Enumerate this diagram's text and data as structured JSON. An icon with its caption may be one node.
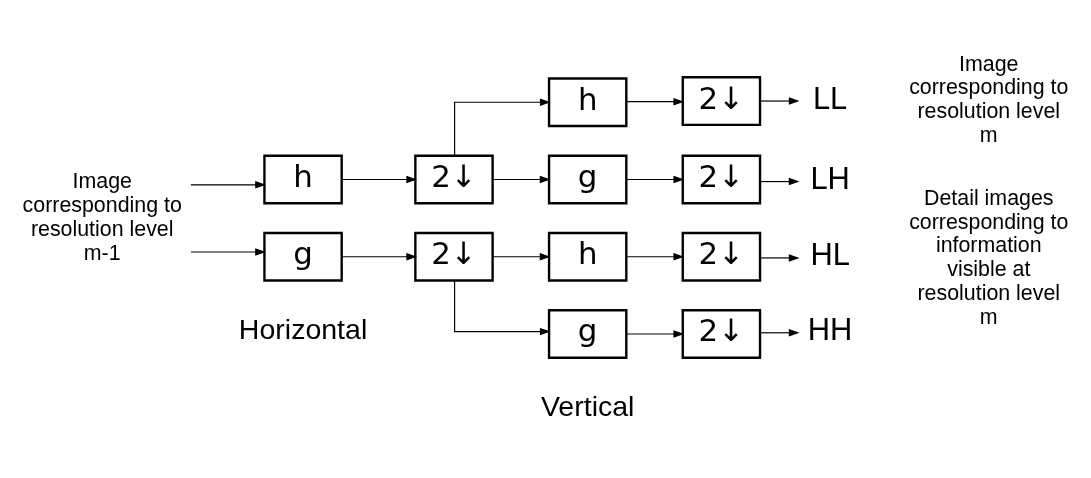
{
  "diagram": {
    "nodes": [
      {
        "text": [
          "Image corresponding to resolution level m-1"
        ]
      },
      {
        "text": [
          "h"
        ]
      },
      {
        "text": [
          "2↓"
        ]
      },
      {
        "text": [
          "g"
        ]
      },
      {
        "text": [
          "2↓"
        ]
      },
      {
        "text": [
          "h"
        ]
      },
      {
        "text": [
          "2↓"
        ]
      },
      {
        "text": [
          "g"
        ]
      },
      {
        "text": [
          "2↓"
        ]
      },
      {
        "text": [
          "h"
        ]
      },
      {
        "text": [
          "2↓"
        ]
      },
      {
        "text": [
          "g"
        ]
      },
      {
        "text": [
          "2↓"
        ]
      },
      {
        "text": [
          "LL"
        ],
        "beside": [
          "Image corresponding to resolution level m"
        ]
      },
      {
        "text": [
          "LH"
        ]
      },
      {
        "text": [
          "HL"
        ]
      },
      {
        "text": [
          "HH"
        ]
      }
    ],
    "edges": [
      {
        "from": 0,
        "to": 1,
        "arrow": "to"
      },
      {
        "from": 0,
        "to": 3,
        "arrow": "to"
      },
      {
        "from": 1,
        "to": 2,
        "arrow": "to"
      },
      {
        "from": 3,
        "to": 4,
        "arrow": "to"
      },
      {
        "from": 2,
        "to": 5,
        "arrow": "to"
      },
      {
        "from": 2,
        "to": 7,
        "arrow": "to"
      },
      {
        "from": 4,
        "to": 9,
        "arrow": "to"
      },
      {
        "from": 4,
        "to": 11,
        "arrow": "to"
      },
      {
        "from": 5,
        "to": 6,
        "arrow": "to"
      },
      {
        "from": 7,
        "to": 8,
        "arrow": "to"
      },
      {
        "from": 9,
        "to": 10,
        "arrow": "to"
      },
      {
        "from": 11,
        "to": 12,
        "arrow": "to"
      },
      {
        "from": 6,
        "to": 13,
        "arrow": "to"
      },
      {
        "from": 8,
        "to": 14,
        "arrow": "to"
      },
      {
        "from": 10,
        "to": 15,
        "arrow": "to"
      },
      {
        "from": 12,
        "to": 16,
        "arrow": "to"
      }
    ],
    "labels": [
      "Detail images corresponding to information visible at resolution level m",
      "Horizontal",
      "Vertical"
    ]
  }
}
